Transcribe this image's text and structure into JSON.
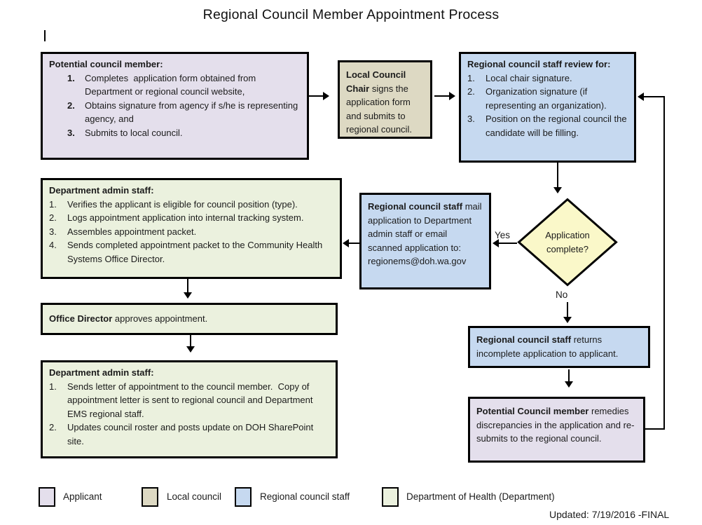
{
  "title": "Regional Council Member Appointment Process",
  "flow": {
    "potential_member": {
      "title": "Potential council member:",
      "items": [
        {
          "num": "1.",
          "text": "Completes  application form obtained from Department or regional council website,"
        },
        {
          "num": "2.",
          "text": "Obtains signature from agency if s/he is representing agency, and"
        },
        {
          "num": "3.",
          "text": "Submits to local council."
        }
      ]
    },
    "local_chair": {
      "lead": "Local Council Chair",
      "rest": " signs the application form and submits to regional council."
    },
    "staff_review": {
      "title": "Regional council staff review for:",
      "items": [
        {
          "num": "1.",
          "text": "Local chair signature."
        },
        {
          "num": "2.",
          "text": "Organization signature (if representing an organization)."
        },
        {
          "num": "3.",
          "text": "Position on the regional council the candidate will be filling."
        }
      ]
    },
    "staff_mail": {
      "lead": "Regional council staff",
      "rest": " mail application to Department admin staff or email scanned application to: regionems@doh.wa.gov"
    },
    "dept_admin_1": {
      "title": "Department admin staff:",
      "items": [
        {
          "num": "1.",
          "text": "Verifies the applicant is eligible for council position (type)."
        },
        {
          "num": "2.",
          "text": "Logs appointment application into internal tracking system."
        },
        {
          "num": "3.",
          "text": "Assembles appointment packet."
        },
        {
          "num": "4.",
          "text": "Sends completed appointment packet to the Community Health Systems Office Director."
        }
      ]
    },
    "office_director": {
      "lead": "Office Director",
      "rest": " approves appointment."
    },
    "dept_admin_2": {
      "title": "Department admin staff:",
      "items": [
        {
          "num": "1.",
          "text": "Sends letter of appointment to the council member.  Copy of appointment letter is sent to regional council and Department EMS regional staff."
        },
        {
          "num": "2.",
          "text": "Updates council roster and posts update on DOH SharePoint site."
        }
      ]
    },
    "staff_return": {
      "lead": "Regional council staff",
      "rest": " returns incomplete application to applicant."
    },
    "member_remedy": {
      "lead": "Potential Council member",
      "rest": " remedies discrepancies in the application and re-submits to the regional council."
    }
  },
  "decision": {
    "question": "Application complete?",
    "yes_label": "Yes",
    "no_label": "No"
  },
  "legend": {
    "items": [
      {
        "label": "Applicant",
        "color": "#E4DFEC"
      },
      {
        "label": "Local council",
        "color": "#DDD9C3"
      },
      {
        "label": "Regional council staff",
        "color": "#C6D9F0"
      },
      {
        "label": "Department of Health (Department)",
        "color": "#EBF1DE"
      }
    ]
  },
  "footer": {
    "updated": "Updated: 7/19/2016 -FINAL"
  },
  "colors": {
    "applicant": "#E4DFEC",
    "local_council": "#DDD9C3",
    "regional_staff": "#C6D9F0",
    "department": "#EBF1DE",
    "decision": "#FAF8C9",
    "line": "#000000"
  }
}
